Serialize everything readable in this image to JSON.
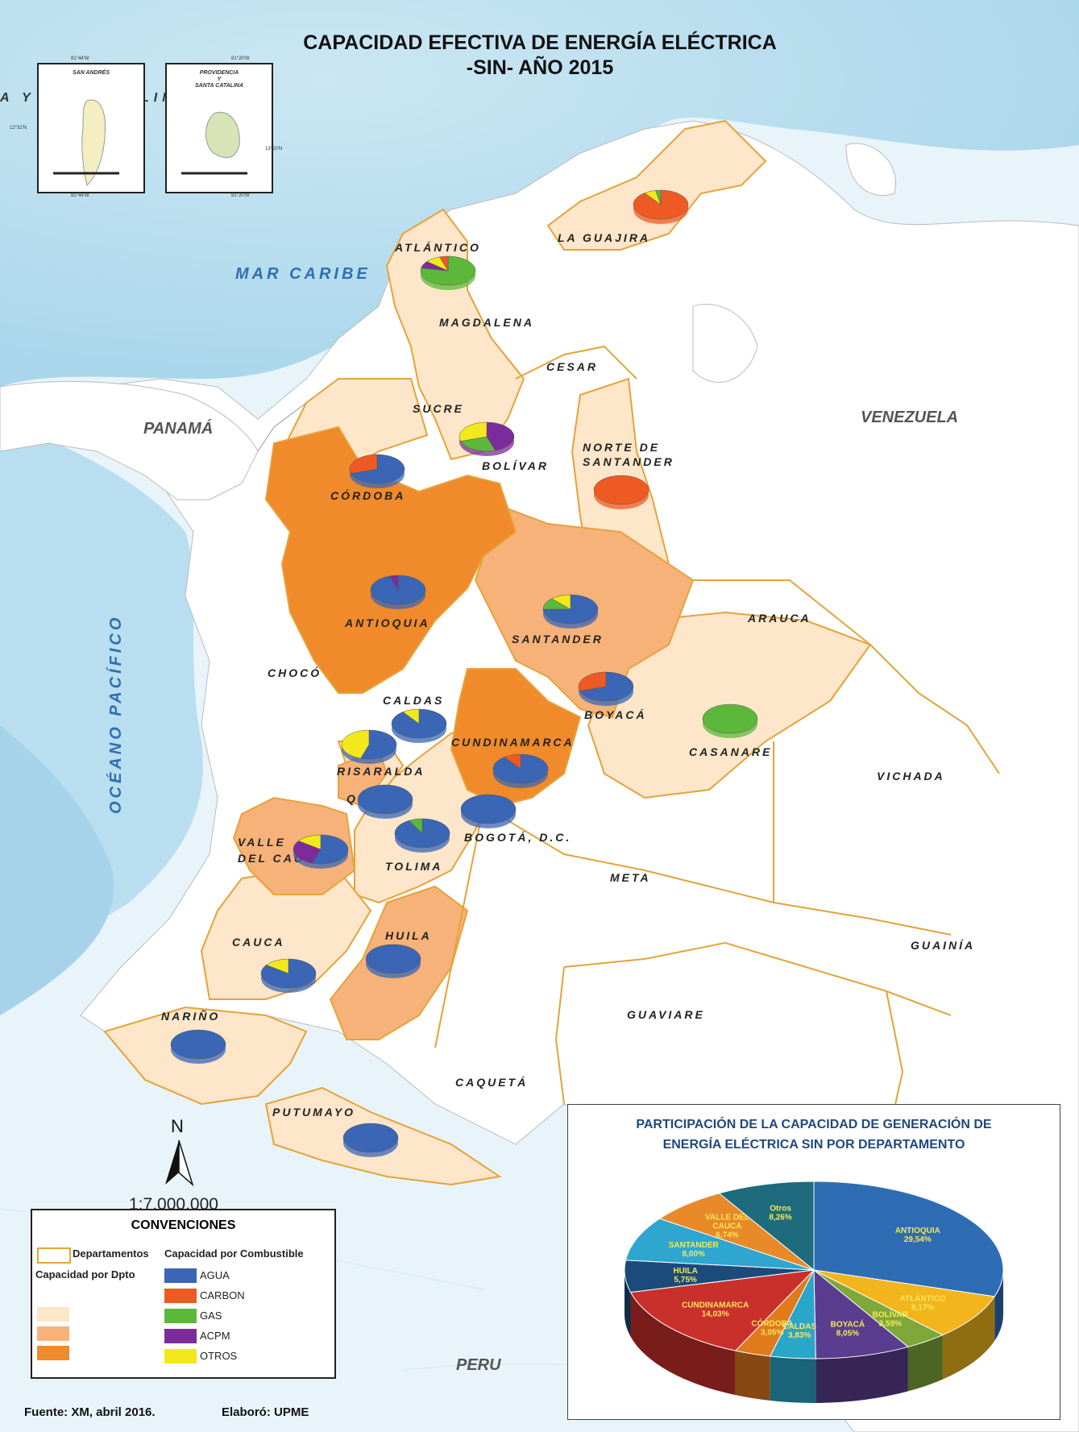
{
  "title": {
    "line1": "CAPACIDAD EFECTIVA DE ENERGÍA ELÉCTRICA",
    "line2": "-SIN- AÑO 2015"
  },
  "insets": {
    "san_andres": {
      "name": "SAN ANDRÉS",
      "top": "81°44'W",
      "left": "12°32'N",
      "bottom": "81°44'W"
    },
    "providencia": {
      "name1": "PROVIDENCIA",
      "name2": "Y",
      "name3": "SANTA CATALINA",
      "top": "81°20'W",
      "right": "13°20'N",
      "bottom": "81°20'W"
    }
  },
  "map": {
    "departments": {
      "la_guajira": "LA GUAJIRA",
      "atlantico": "ATLÁNTICO",
      "magdalena": "MAGDALENA",
      "cesar": "CESAR",
      "sucre": "SUCRE",
      "bolivar": "BOLÍVAR",
      "norte_1": "NORTE DE",
      "norte_2": "SANTANDER",
      "cordoba": "CÓRDOBA",
      "antioquia": "ANTIOQUIA",
      "santander": "SANTANDER",
      "arauca": "ARAUCA",
      "choco": "CHOCÓ",
      "caldas": "CALDAS",
      "boyaca": "BOYACÁ",
      "cundinamarca": "CUNDINAMARCA",
      "casanare": "CASANARE",
      "risaralda": "RISARALDA",
      "vichada": "VICHADA",
      "quindio": "QUINDIO",
      "bogota": "BOGOTÁ, D.C.",
      "valle_1": "VALLE",
      "valle_2": "DEL CAUCA",
      "tolima": "TOLIMA",
      "meta": "META",
      "cauca": "CAUCA",
      "huila": "HUILA",
      "guainia": "GUAINÍA",
      "guaviare": "GUAVIARE",
      "narino": "NARIÑO",
      "caqueta": "CAQUETÁ",
      "putumayo": "PUTUMAYO"
    },
    "countries": {
      "panama": "PANAMÁ",
      "venezuela": "VENEZUELA",
      "peru": "PERU"
    },
    "seas": {
      "caribe": "MAR CARIBE",
      "pacifico": "OCÉANO PACÍFICO"
    },
    "partial": {
      "left": "A Y S",
      "lim": "LIM"
    },
    "north": "N",
    "scale": "1:7.000.000",
    "fuel_colors": {
      "AGUA": "#3a66b5",
      "CARBON": "#ee5a24",
      "GAS": "#5cb83a",
      "ACPM": "#7b2c9a",
      "OTROS": "#f2e81c"
    },
    "pies": [
      {
        "dept": "LA GUAJIRA",
        "shares": {
          "CARBON": 0.9,
          "OTROS": 0.07,
          "GAS": 0.03
        }
      },
      {
        "dept": "ATLÁNTICO",
        "shares": {
          "GAS": 0.78,
          "ACPM": 0.08,
          "OTROS": 0.09,
          "CARBON": 0.05
        }
      },
      {
        "dept": "BOLÍVAR",
        "shares": {
          "ACPM": 0.45,
          "GAS": 0.25,
          "OTROS": 0.3
        }
      },
      {
        "dept": "NORTE DE SANTANDER",
        "shares": {
          "CARBON": 1.0
        }
      },
      {
        "dept": "CÓRDOBA",
        "shares": {
          "AGUA": 0.7,
          "CARBON": 0.3
        }
      },
      {
        "dept": "ANTIOQUIA",
        "shares": {
          "AGUA": 0.95,
          "ACPM": 0.05
        }
      },
      {
        "dept": "SANTANDER",
        "shares": {
          "AGUA": 0.75,
          "GAS": 0.13,
          "OTROS": 0.12
        }
      },
      {
        "dept": "BOYACÁ",
        "shares": {
          "AGUA": 0.7,
          "CARBON": 0.3
        }
      },
      {
        "dept": "CASANARE",
        "shares": {
          "GAS": 1.0
        }
      },
      {
        "dept": "CALDAS",
        "shares": {
          "AGUA": 0.9,
          "OTROS": 0.1
        }
      },
      {
        "dept": "RISARALDA",
        "shares": {
          "AGUA": 0.55,
          "OTROS": 0.45
        }
      },
      {
        "dept": "CUNDINAMARCA",
        "shares": {
          "AGUA": 0.9,
          "CARBON": 0.1
        }
      },
      {
        "dept": "QUINDIO",
        "shares": {
          "AGUA": 1.0
        }
      },
      {
        "dept": "BOGOTÁ, D.C.",
        "shares": {
          "AGUA": 1.0
        }
      },
      {
        "dept": "TOLIMA",
        "shares": {
          "AGUA": 0.92,
          "GAS": 0.08
        }
      },
      {
        "dept": "VALLE DEL CAUCA",
        "shares": {
          "AGUA": 0.55,
          "ACPM": 0.3,
          "OTROS": 0.15
        }
      },
      {
        "dept": "HUILA",
        "shares": {
          "AGUA": 1.0
        }
      },
      {
        "dept": "CAUCA",
        "shares": {
          "AGUA": 0.85,
          "OTROS": 0.15
        }
      },
      {
        "dept": "NARIÑO",
        "shares": {
          "AGUA": 1.0
        }
      },
      {
        "dept": "PUTUMAYO",
        "shares": {
          "AGUA": 1.0
        }
      }
    ]
  },
  "legend": {
    "title": "CONVENCIONES",
    "departamentos": "Departamentos",
    "capacidad_dpto": "Capacidad por Dpto",
    "capacidad_comb": "Capacidad por Combustible",
    "fuels": [
      "AGUA",
      "CARBON",
      "GAS",
      "ACPM",
      "OTROS"
    ]
  },
  "footer": {
    "fuente": "Fuente: XM, abril  2016.",
    "elaboro": "Elaboró: UPME"
  },
  "chart_data": {
    "type": "pie",
    "title_line1": "PARTICIPACIÓN DE LA CAPACIDAD DE GENERACIÓN DE",
    "title_line2": "ENERGÍA ELÉCTRICA SIN POR DEPARTAMENTO",
    "slices": [
      {
        "name": "ANTIOQUIA",
        "label": "29,54%",
        "value": 29.54,
        "color": "#2e6db4"
      },
      {
        "name": "ATLÁNTICO",
        "label": "8,17%",
        "value": 8.17,
        "color": "#f2b51c"
      },
      {
        "name": "BOLÍVAR",
        "label": "3,59%",
        "value": 3.59,
        "color": "#7ea83a"
      },
      {
        "name": "BOYACÁ",
        "label": "8,05%",
        "value": 8.05,
        "color": "#5b3d8f"
      },
      {
        "name": "CALDAS",
        "label": "3,83%",
        "value": 3.83,
        "color": "#2aa6c9"
      },
      {
        "name": "CÓRDOBA",
        "label": "3,05%",
        "value": 3.05,
        "color": "#e07a1c"
      },
      {
        "name": "CUNDINAMARCA",
        "label": "14,03%",
        "value": 14.03,
        "color": "#c9302c"
      },
      {
        "name": "HUILA",
        "label": "5,75%",
        "value": 5.75,
        "color": "#1b4b7a"
      },
      {
        "name": "SANTANDER",
        "label": "8,00%",
        "value": 8.0,
        "color": "#2fa6d0"
      },
      {
        "name": "VALLE DEL CAUCA",
        "label": "6,74%",
        "value": 6.74,
        "color": "#e8892a"
      },
      {
        "name": "Otros",
        "label": "8,26%",
        "value": 8.26,
        "color": "#1d6b7d"
      }
    ]
  }
}
